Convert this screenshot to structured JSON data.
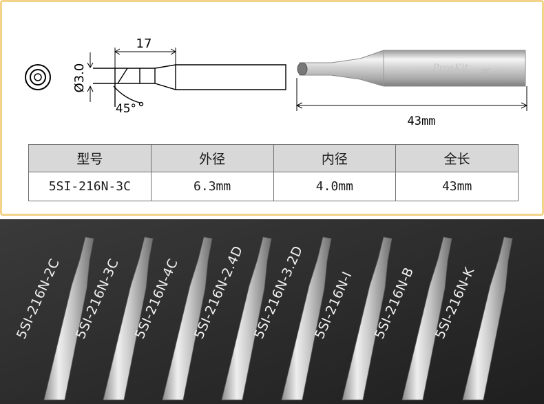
{
  "drawing": {
    "dim_length": "17",
    "dim_diameter": "Ø3.0",
    "dim_angle": "45°",
    "total_length": "43mm",
    "brand_text": "ProsKit",
    "tip_code": "3C"
  },
  "table": {
    "headers": [
      "型号",
      "外径",
      "内径",
      "全长"
    ],
    "row": [
      "5SI-216N-3C",
      "6.3mm",
      "4.0mm",
      "43mm"
    ]
  },
  "tips": [
    {
      "label": "5SI-216N-2C"
    },
    {
      "label": "5SI-216N-3C"
    },
    {
      "label": "5SI-216N-4C"
    },
    {
      "label": "5SI-216N-2.4D"
    },
    {
      "label": "5SI-216N-3.2D"
    },
    {
      "label": "5SI-216N-I"
    },
    {
      "label": "5SI-216N-B"
    },
    {
      "label": "5SI-216N-K"
    }
  ],
  "colors": {
    "border": "#f3d28a",
    "header_bg": "#d8d8d8",
    "dark_bg": "#2a2a2a"
  }
}
